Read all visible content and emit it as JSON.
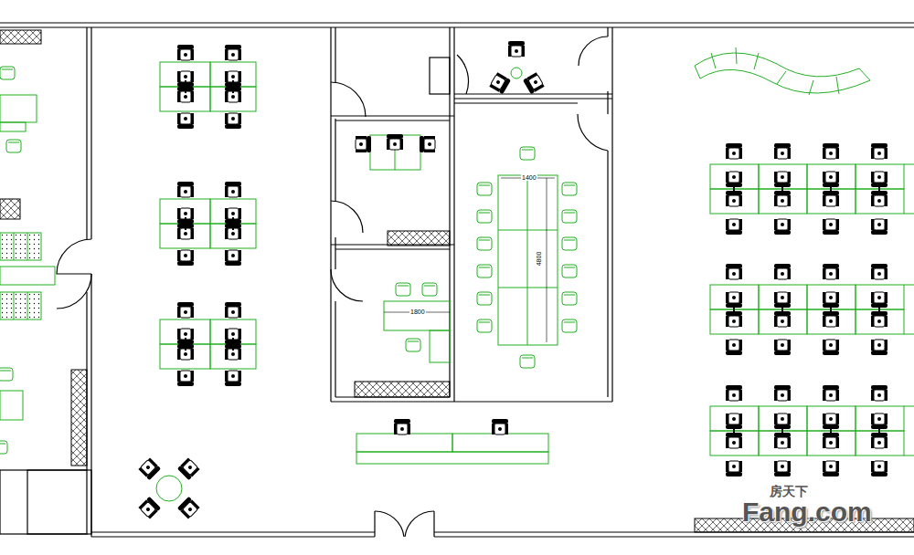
{
  "diagram": {
    "labels": [
      "1400",
      "4800",
      "1800",
      "房天下",
      "Fang.com"
    ]
  }
}
